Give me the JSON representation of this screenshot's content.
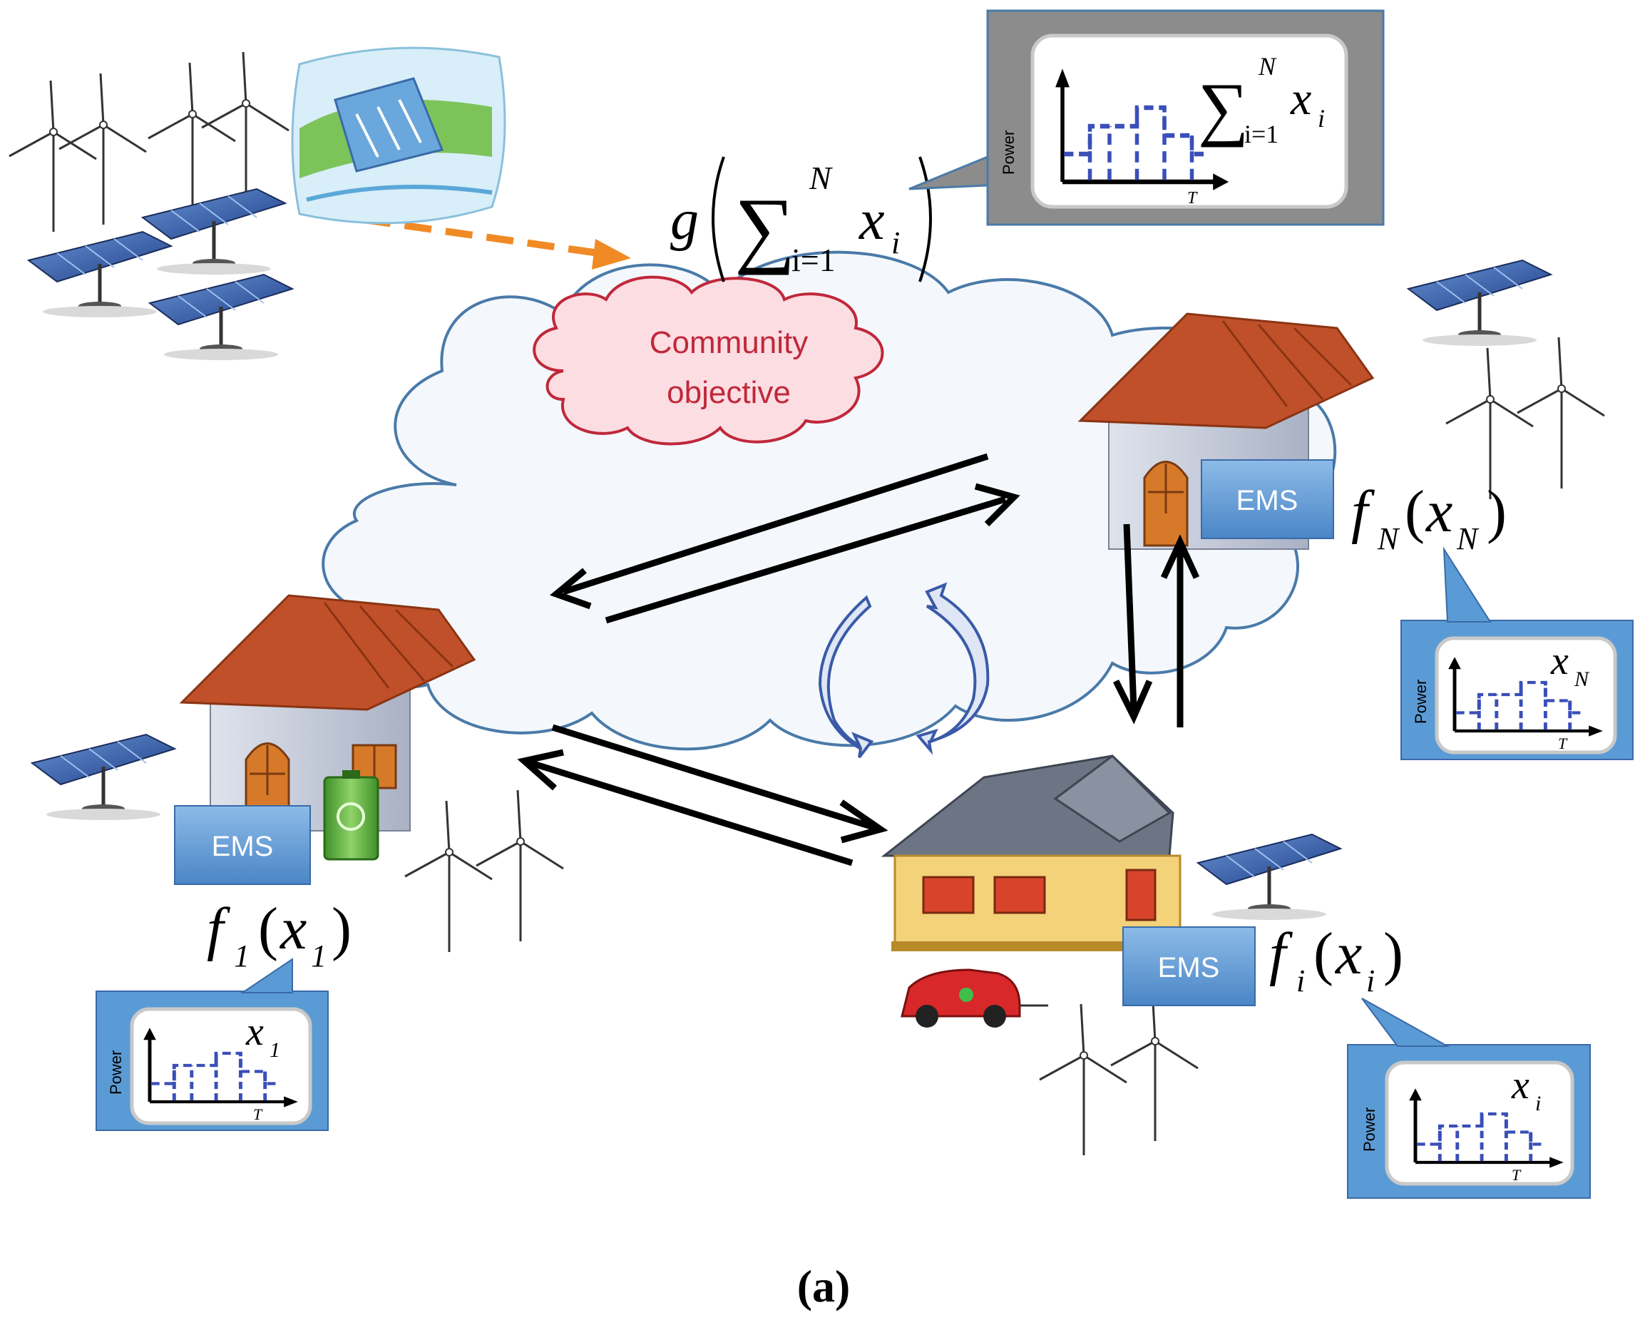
{
  "community": {
    "cloud_line1": "Community",
    "cloud_line2": "objective",
    "objective_g": "g",
    "objective_sum": "∑",
    "objective_lower": "i=1",
    "objective_upper": "N",
    "objective_x": "x",
    "objective_xsub": "i"
  },
  "aggregate_bubble": {
    "axis_y": "Power",
    "axis_x": "T",
    "sum": "∑",
    "lower": "i=1",
    "upper": "N",
    "x": "x",
    "xsub": "i"
  },
  "households": [
    {
      "id": "1",
      "ems": "EMS",
      "f": "f",
      "fsub": "1",
      "x": "x",
      "xsub": "1",
      "axis_y": "Power",
      "axis_x": "T"
    },
    {
      "id": "i",
      "ems": "EMS",
      "f": "f",
      "fsub": "i",
      "x": "x",
      "xsub": "i",
      "axis_y": "Power",
      "axis_x": "T"
    },
    {
      "id": "N",
      "ems": "EMS",
      "f": "f",
      "fsub": "N",
      "x": "x",
      "xsub": "N",
      "axis_y": "Power",
      "axis_x": "T"
    }
  ],
  "caption": "(a)",
  "colors": {
    "cloud_fill": "#f4f8fc",
    "cloud_stroke": "#4a7aa8",
    "objective_cloud_fill": "#fbdde2",
    "objective_cloud_stroke": "#c0283a",
    "ems_fill": "#5b9bd5",
    "arrow_orange": "#f08a24",
    "cycle_blue": "#3a5aa8",
    "roof": "#c0502a",
    "wall": "#c9cfdc",
    "door": "#d67a2a",
    "panel": "#2c5aa8"
  }
}
